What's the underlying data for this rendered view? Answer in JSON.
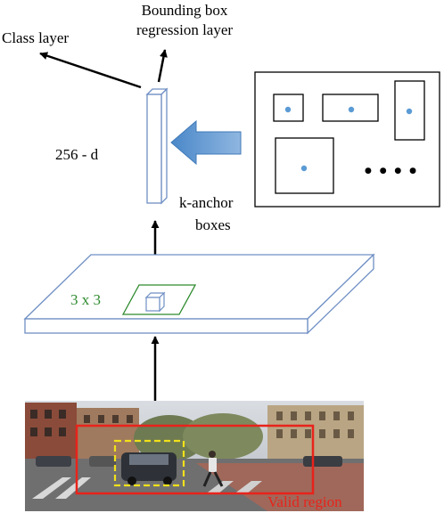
{
  "labels": {
    "class_layer": "Class layer",
    "bbox_line1": "Bounding box",
    "bbox_line2": "regression layer",
    "feature_dim": "256 - d",
    "anchor_line1": "k-anchor",
    "anchor_line2": "boxes",
    "kernel": "3 x 3",
    "valid_region": "Valid region",
    "ellipsis": "● ● ● ●"
  },
  "colors": {
    "layer_stroke": "#6f8fc4",
    "layer_fill": "#ffffff",
    "kernel_green": "#2d8a2d",
    "anchor_dot": "#5b9bd5",
    "big_arrow": "#5b9bd5",
    "valid_region": "#e8231b",
    "detection_box": "#f2e11a",
    "text": "#000000"
  },
  "icons": {
    "feature_arrow": "left-block-arrow",
    "photo": "street-scene-photo"
  }
}
